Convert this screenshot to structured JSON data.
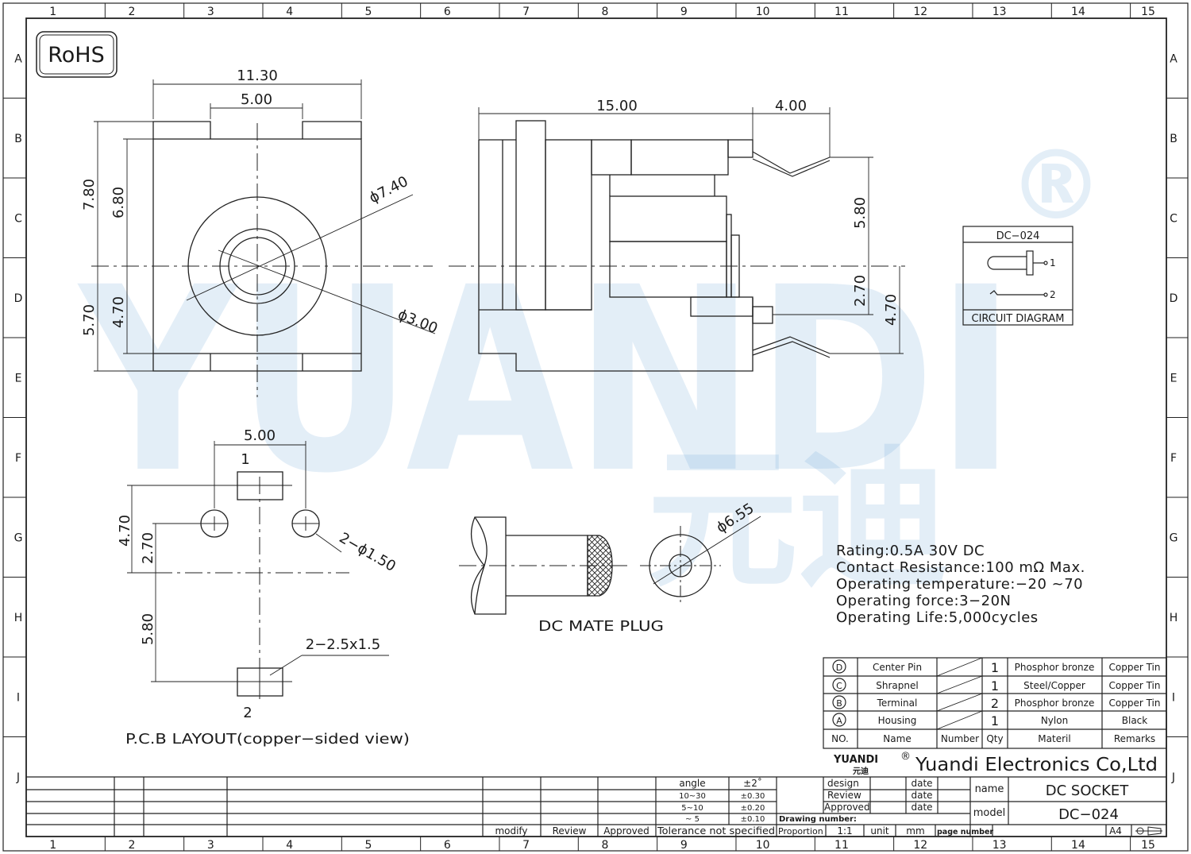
{
  "frame": {
    "columns": [
      "1",
      "2",
      "3",
      "4",
      "5",
      "6",
      "7",
      "8",
      "9",
      "10",
      "11",
      "12",
      "13",
      "14",
      "15"
    ],
    "rows": [
      "A",
      "B",
      "C",
      "D",
      "E",
      "F",
      "G",
      "H",
      "I",
      "J"
    ]
  },
  "rohs_label": "RoHS",
  "watermark": {
    "latin": "YUANDI",
    "cjk": "元迪",
    "mark": "®"
  },
  "front_view": {
    "dims": [
      "11.30",
      "5.00",
      "7.80",
      "6.80",
      "5.70",
      "4.70",
      "ϕ7.40",
      "ϕ3.00"
    ]
  },
  "side_view": {
    "dims": [
      "15.00",
      "4.00",
      "5.80",
      "2.70",
      "4.70"
    ]
  },
  "circuit": {
    "title": "DC−024",
    "pin1": "1",
    "pin2": "2",
    "caption": "CIRCUIT DIAGRAM"
  },
  "pcb": {
    "dims": [
      "5.00",
      "4.70",
      "2.70",
      "5.80",
      "2−ϕ1.50",
      "2−2.5x1.5"
    ],
    "pin1": "1",
    "pin2": "2",
    "caption": "P.C.B LAYOUT(copper−sided view)"
  },
  "plug": {
    "dim": "ϕ6.55",
    "caption": "DC MATE PLUG"
  },
  "specs": [
    "Rating:0.5A 30V DC",
    "Contact Resistance:100 mΩ Max.",
    "Operating temperature:−20 ~70",
    "Operating force:3−20N",
    "Operating Life:5,000cycles"
  ],
  "bom": {
    "rows": [
      {
        "id": "D",
        "name": "Center Pin",
        "qty": "1",
        "material": "Phosphor bronze",
        "remarks": "Copper Tin"
      },
      {
        "id": "C",
        "name": "Shrapnel",
        "qty": "1",
        "material": "Steel/Copper",
        "remarks": "Copper Tin"
      },
      {
        "id": "B",
        "name": "Terminal",
        "qty": "2",
        "material": "Phosphor bronze",
        "remarks": "Copper Tin"
      },
      {
        "id": "A",
        "name": "Housing",
        "qty": "1",
        "material": "Nylon",
        "remarks": "Black"
      }
    ],
    "headers": {
      "no": "NO.",
      "name": "Name",
      "number": "Number",
      "qty": "Qty",
      "material": "Materil",
      "remarks": "Remarks"
    }
  },
  "company": {
    "logo": "YUANDI",
    "logo_cjk": "元迪",
    "mark": "®",
    "name": "Yuandi Electronics Co,Ltd"
  },
  "title_block": {
    "tolerance": [
      {
        "label": "angle",
        "value": "±2˚"
      },
      {
        "label": "10~30",
        "value": "±0.30"
      },
      {
        "label": "5~10",
        "value": "±0.20"
      },
      {
        "label": "~ 5",
        "value": "±0.10"
      }
    ],
    "tolerance_caption": "Tolerance  not  specified",
    "modify": "modify",
    "review": "Review",
    "approved": "Approved",
    "sign": [
      "design",
      "Review",
      "Approved"
    ],
    "date_label": "date",
    "drawing_number_label": "Drawing  number:",
    "proportion_label": "Proportion",
    "proportion_value": "1:1",
    "unit_label": "unit",
    "unit_value": "mm",
    "page_number_label": "page  number",
    "name_label": "name",
    "name_value": "DC  SOCKET",
    "model_label": "model",
    "model_value": "DC−024",
    "sheet_size": "A4"
  }
}
